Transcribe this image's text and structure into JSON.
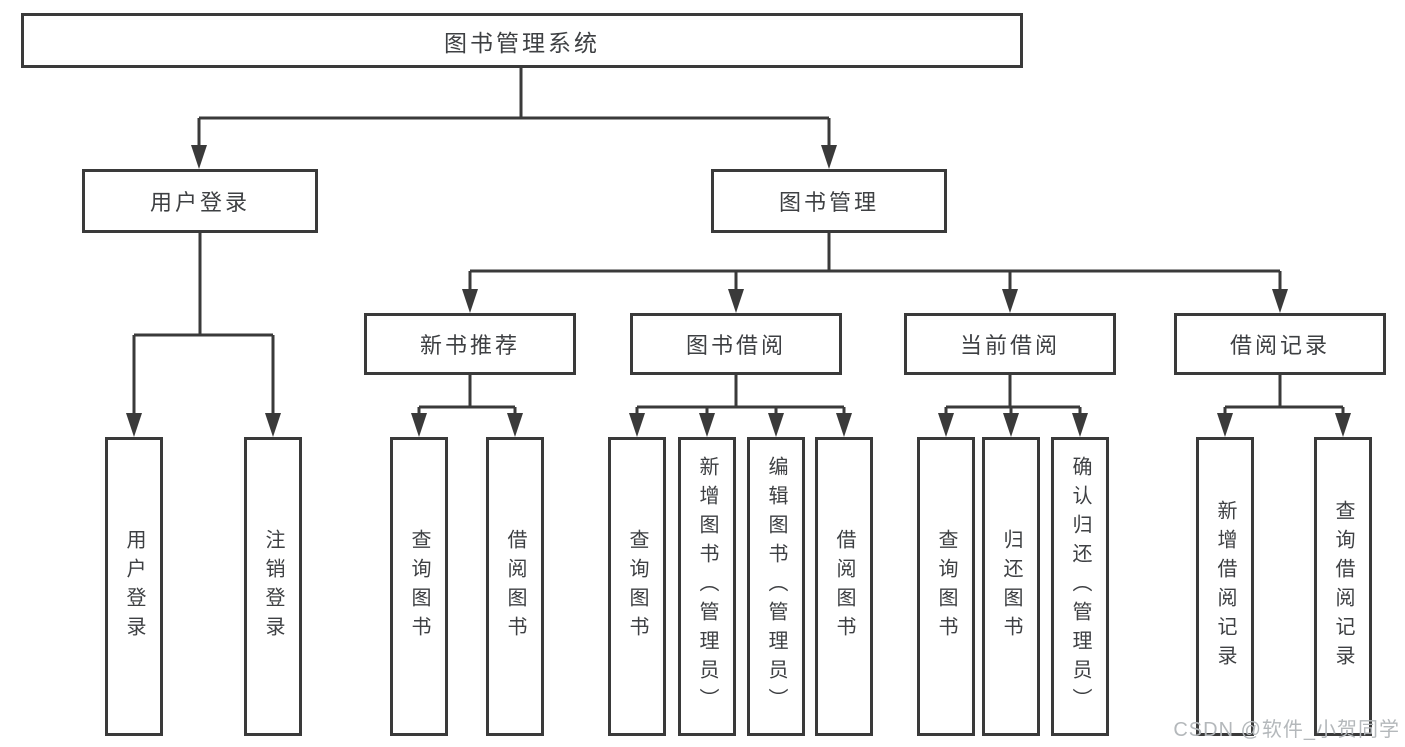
{
  "diagram": {
    "type": "hierarchy-tree",
    "root": {
      "label": "图书管理系统",
      "children": [
        {
          "label": "用户登录",
          "children": [
            {
              "label": "用户登录"
            },
            {
              "label": "注销登录"
            }
          ]
        },
        {
          "label": "图书管理",
          "children": [
            {
              "label": "新书推荐",
              "children": [
                {
                  "label": "查询图书"
                },
                {
                  "label": "借阅图书"
                }
              ]
            },
            {
              "label": "图书借阅",
              "children": [
                {
                  "label": "查询图书"
                },
                {
                  "label": "新增图书（管理员）"
                },
                {
                  "label": "编辑图书（管理员）"
                },
                {
                  "label": "借阅图书"
                }
              ]
            },
            {
              "label": "当前借阅",
              "children": [
                {
                  "label": "查询图书"
                },
                {
                  "label": "归还图书"
                },
                {
                  "label": "确认归还（管理员）"
                }
              ]
            },
            {
              "label": "借阅记录",
              "children": [
                {
                  "label": "新增借阅记录"
                },
                {
                  "label": "查询借阅记录"
                }
              ]
            }
          ]
        }
      ]
    },
    "colors": {
      "line": "#3a3a3a",
      "text": "#3e4043",
      "box_background": "#ffffff",
      "watermark": "#b4b8bb"
    }
  },
  "watermark": {
    "text": "CSDN @软件_小贺同学"
  }
}
